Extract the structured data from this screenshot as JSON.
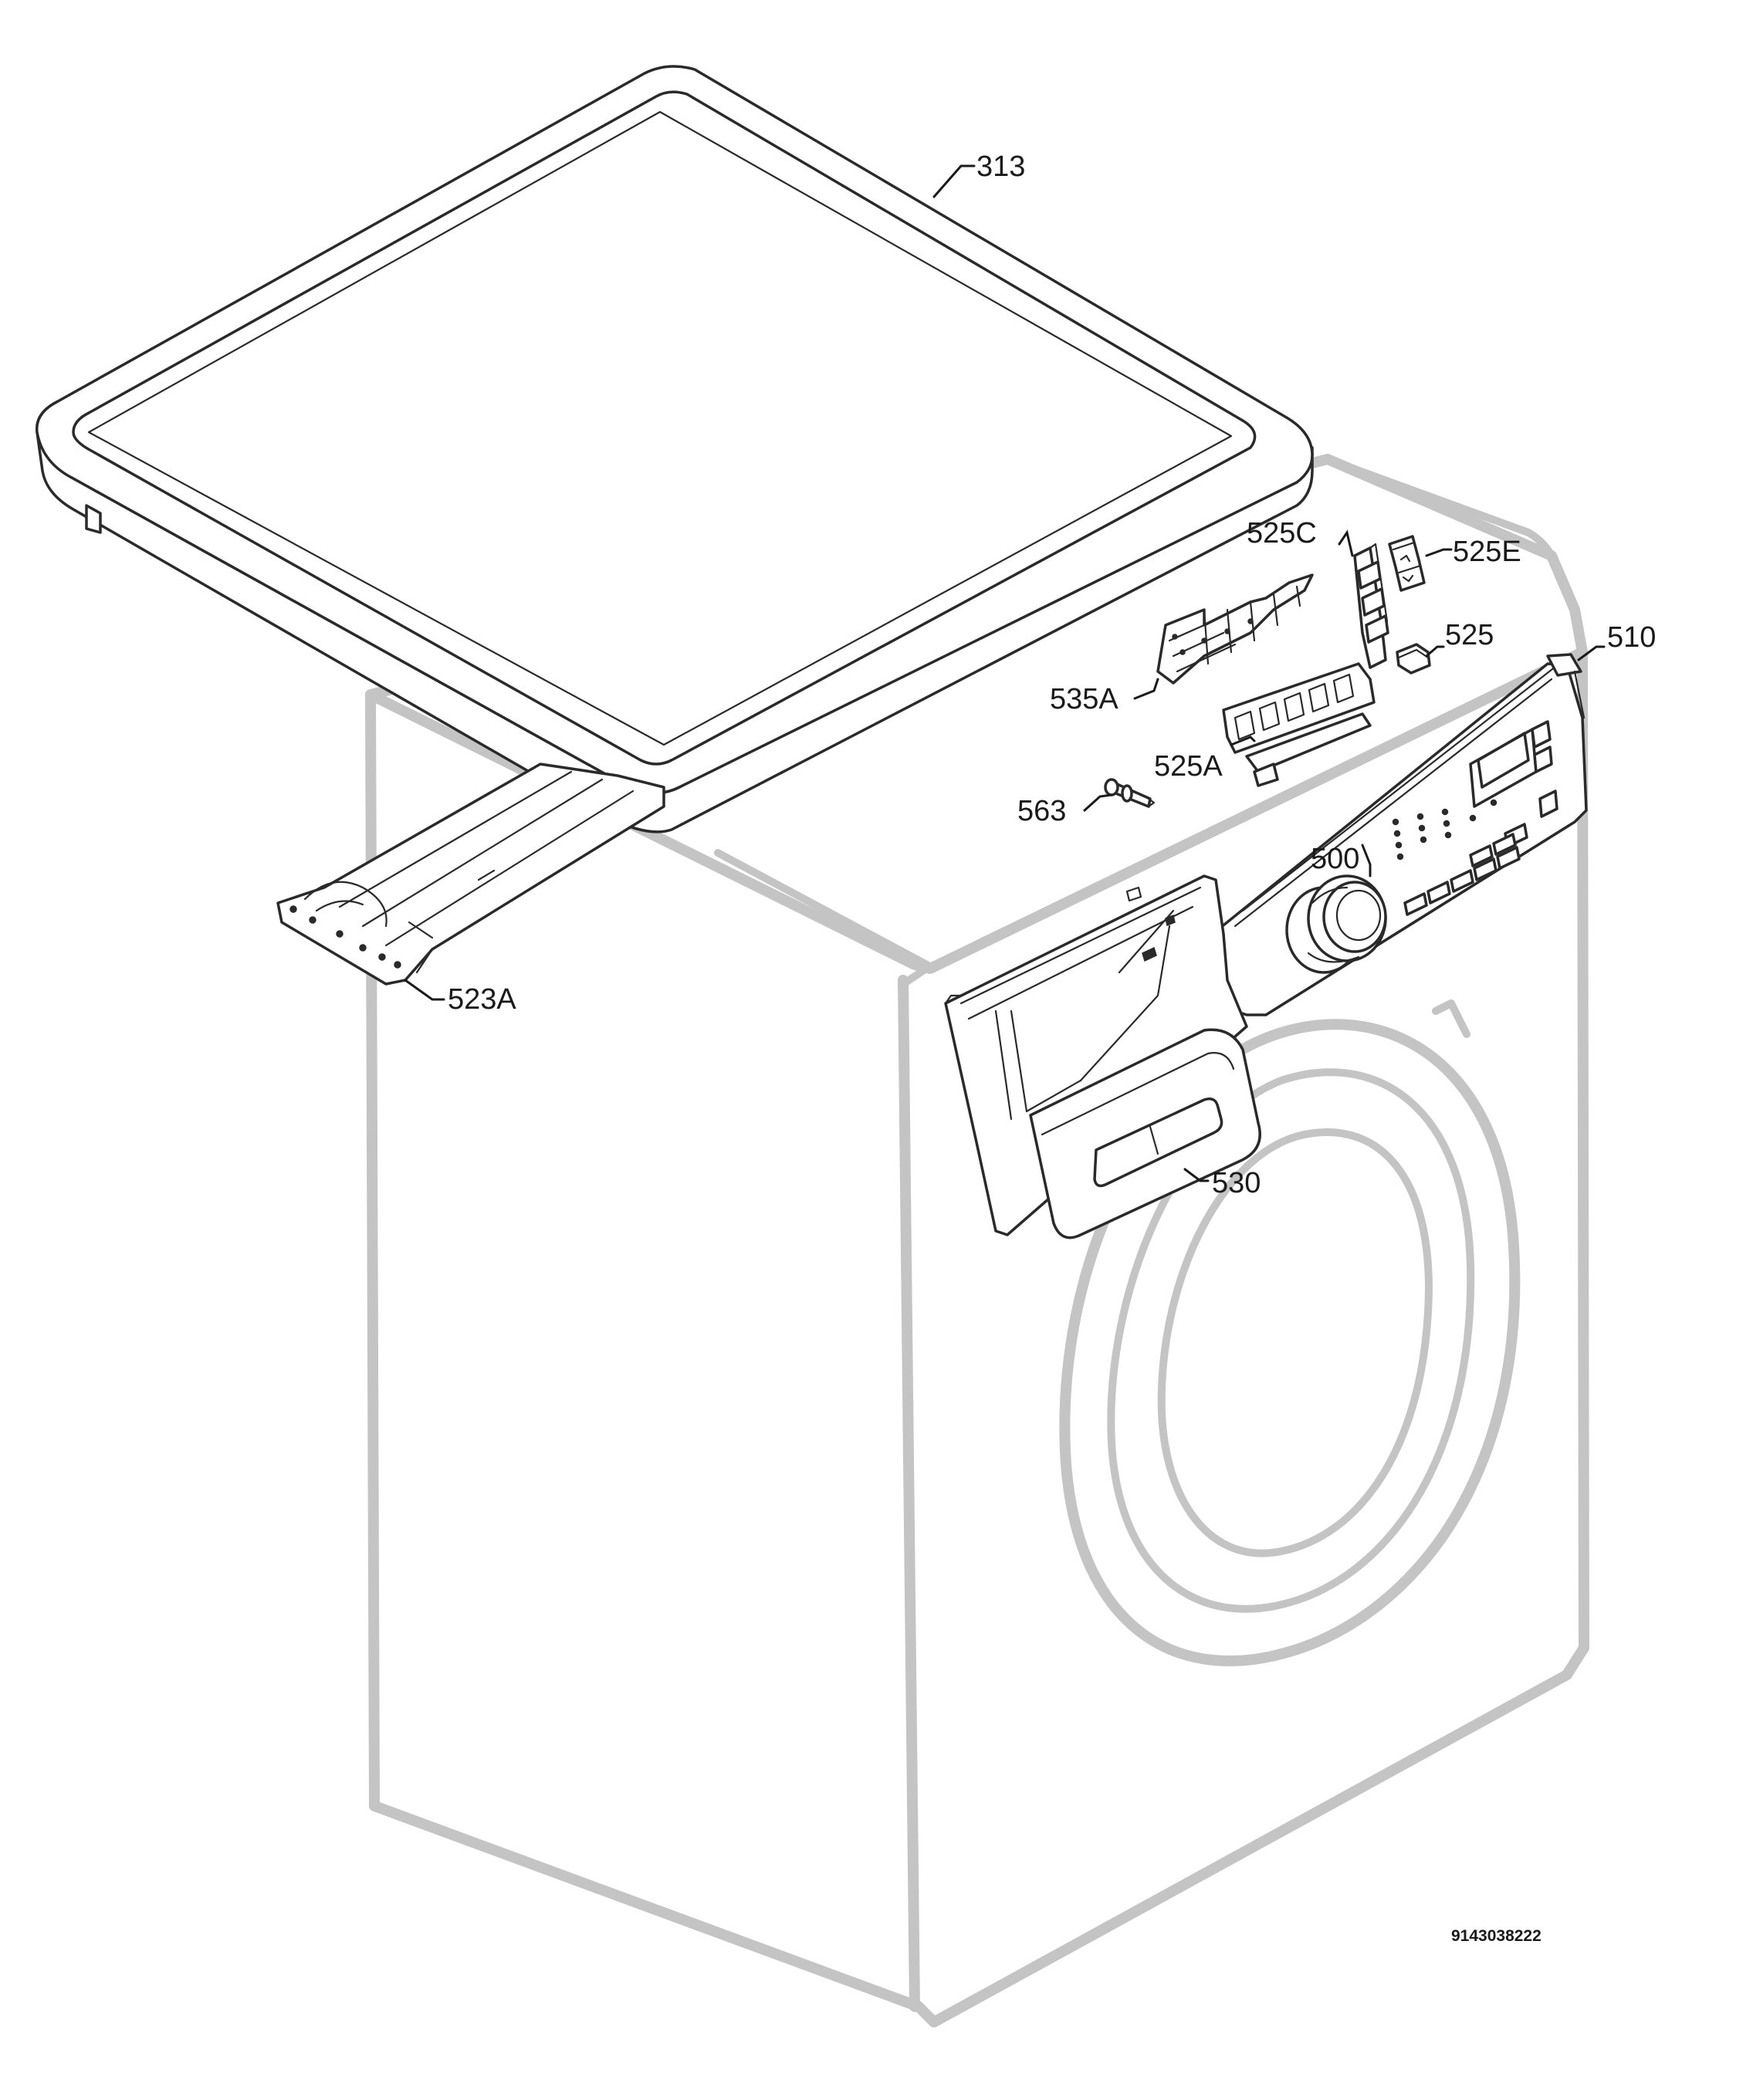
{
  "diagram": {
    "callouts": {
      "c313": "313",
      "c525C": "525C",
      "c525E": "525E",
      "c525": "525",
      "c510": "510",
      "c535A": "535A",
      "c525A": "525A",
      "c563": "563",
      "c500": "500",
      "c523A": "523A",
      "c530": "530"
    },
    "drawing_number": "9143038222"
  }
}
